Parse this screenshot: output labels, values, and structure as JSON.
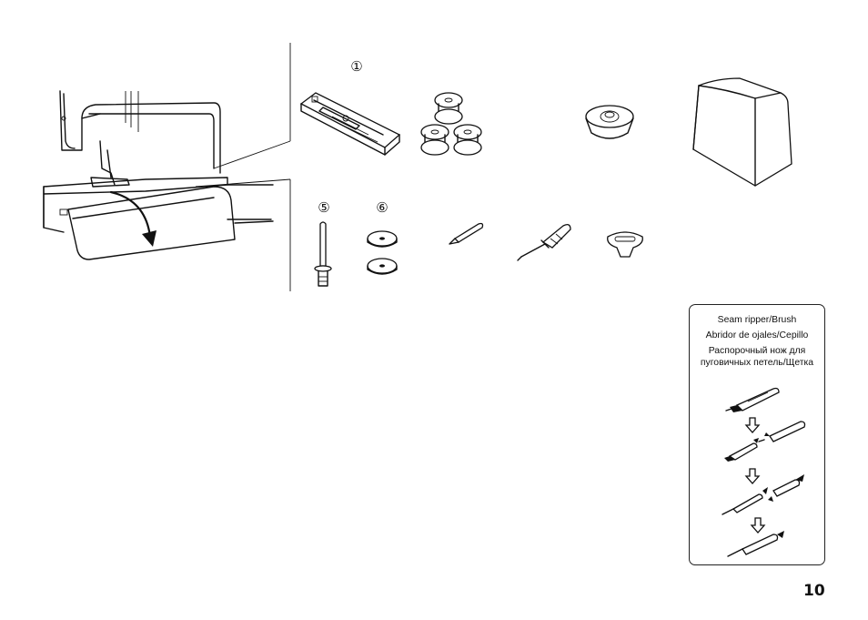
{
  "markers": {
    "m1": "①",
    "m5": "⑤",
    "m6": "⑥"
  },
  "info_box": {
    "line1": "Seam ripper/Brush",
    "line2": "Abridor de ojales/Cepillo",
    "line3": "Распорочный нож для",
    "line4": "пуговичных петель/Щетка"
  },
  "page_number": "10"
}
